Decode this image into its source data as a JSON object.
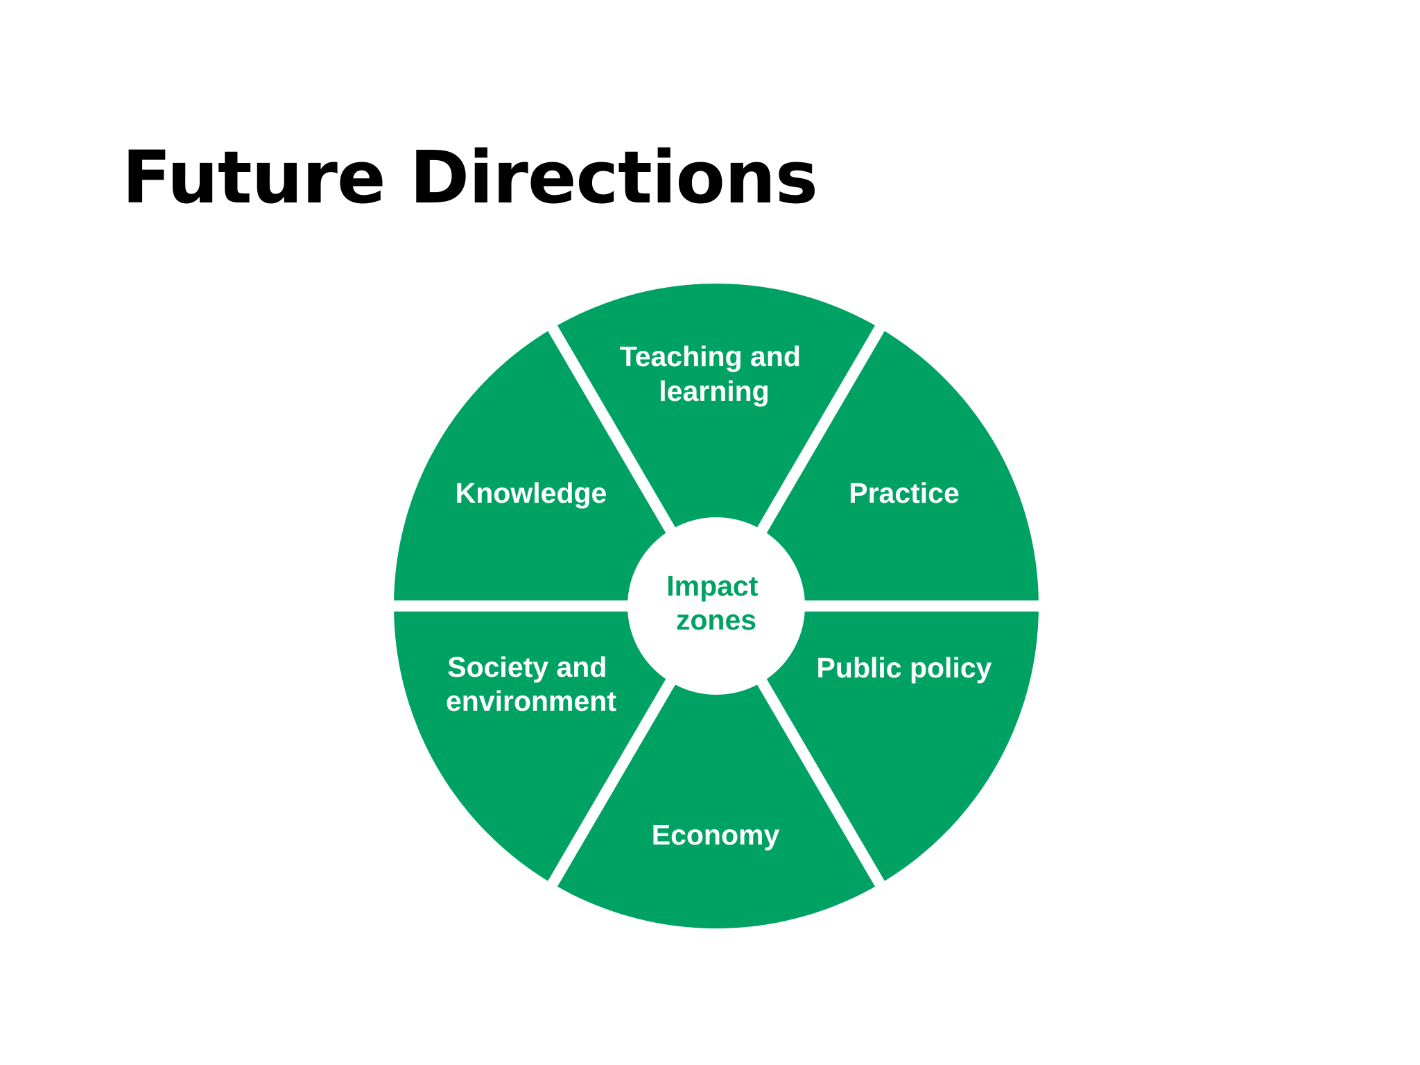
{
  "slide": {
    "title": "Future Directions"
  },
  "diagram": {
    "hub": {
      "line1": "Impact",
      "line2": "zones"
    },
    "segments": [
      {
        "line1": "Teaching and",
        "line2": "learning"
      },
      {
        "line1": "Practice"
      },
      {
        "line1": "Public policy"
      },
      {
        "line1": "Economy"
      },
      {
        "line1": "Society and",
        "line2": "environment"
      },
      {
        "line1": "Knowledge"
      }
    ]
  },
  "colors": {
    "wheel_fill": "#00a264",
    "hub_text": "#00a264",
    "separator": "#ffffff",
    "segment_text": "#ffffff",
    "title_text": "#000000"
  }
}
